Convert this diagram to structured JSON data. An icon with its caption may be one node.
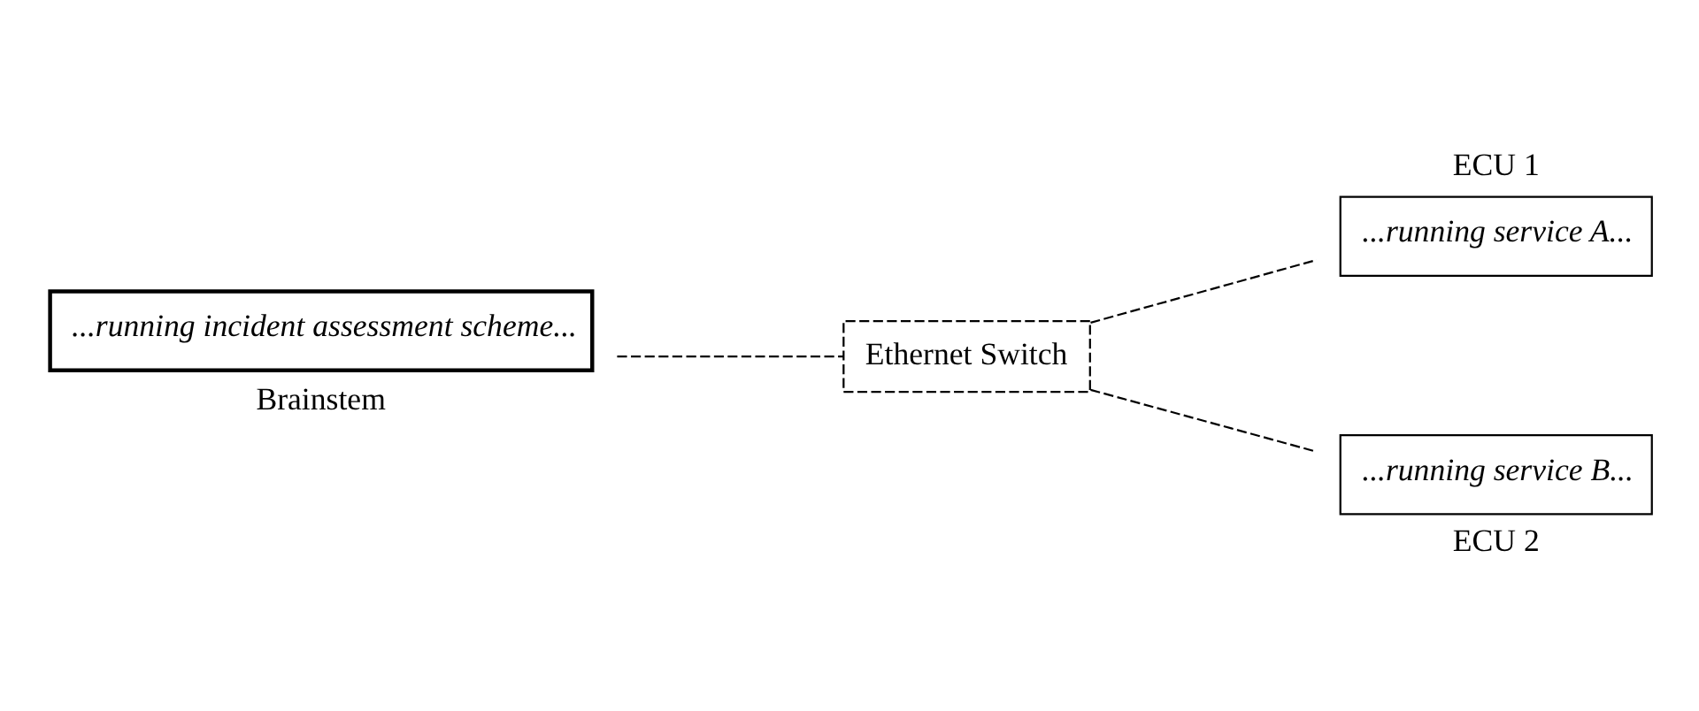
{
  "diagram": {
    "nodes": [
      {
        "text": [
          "...running incident assessment scheme...",
          "Brainstem"
        ]
      },
      {
        "text": [
          "Ethernet Switch"
        ]
      },
      {
        "text": [
          "ECU 1",
          "...running service A..."
        ]
      },
      {
        "text": [
          "...running service B...",
          "ECU 2"
        ]
      }
    ],
    "edges": [
      {
        "from": 0,
        "to": 1,
        "arrow": "none",
        "style": "dashed"
      },
      {
        "from": 1,
        "to": 2,
        "arrow": "none",
        "style": "dashed"
      },
      {
        "from": 1,
        "to": 3,
        "arrow": "none",
        "style": "dashed"
      }
    ]
  }
}
